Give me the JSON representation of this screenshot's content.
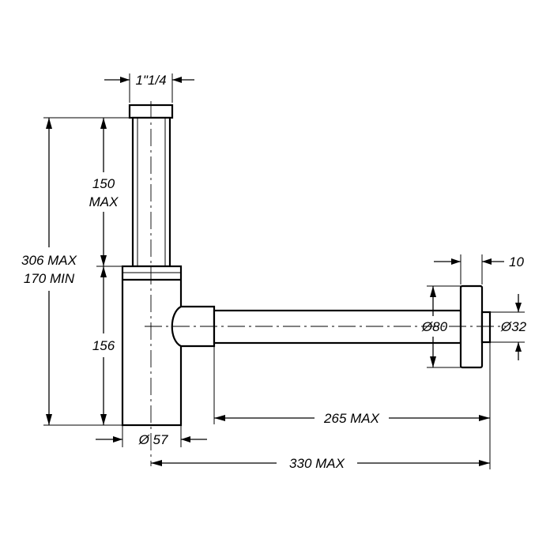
{
  "dimensions": {
    "inlet_thread": "1\"1/4",
    "tube_height_line1": "150",
    "tube_height_line2": "MAX",
    "total_height_line1": "306 MAX",
    "total_height_line2": "170 MIN",
    "body_height": "156",
    "body_diameter": "Ø 57",
    "flange_thickness": "10",
    "flange_diameter": "Ø80",
    "pipe_diameter": "Ø32",
    "pipe_length": "265 MAX",
    "total_length": "330 MAX"
  }
}
